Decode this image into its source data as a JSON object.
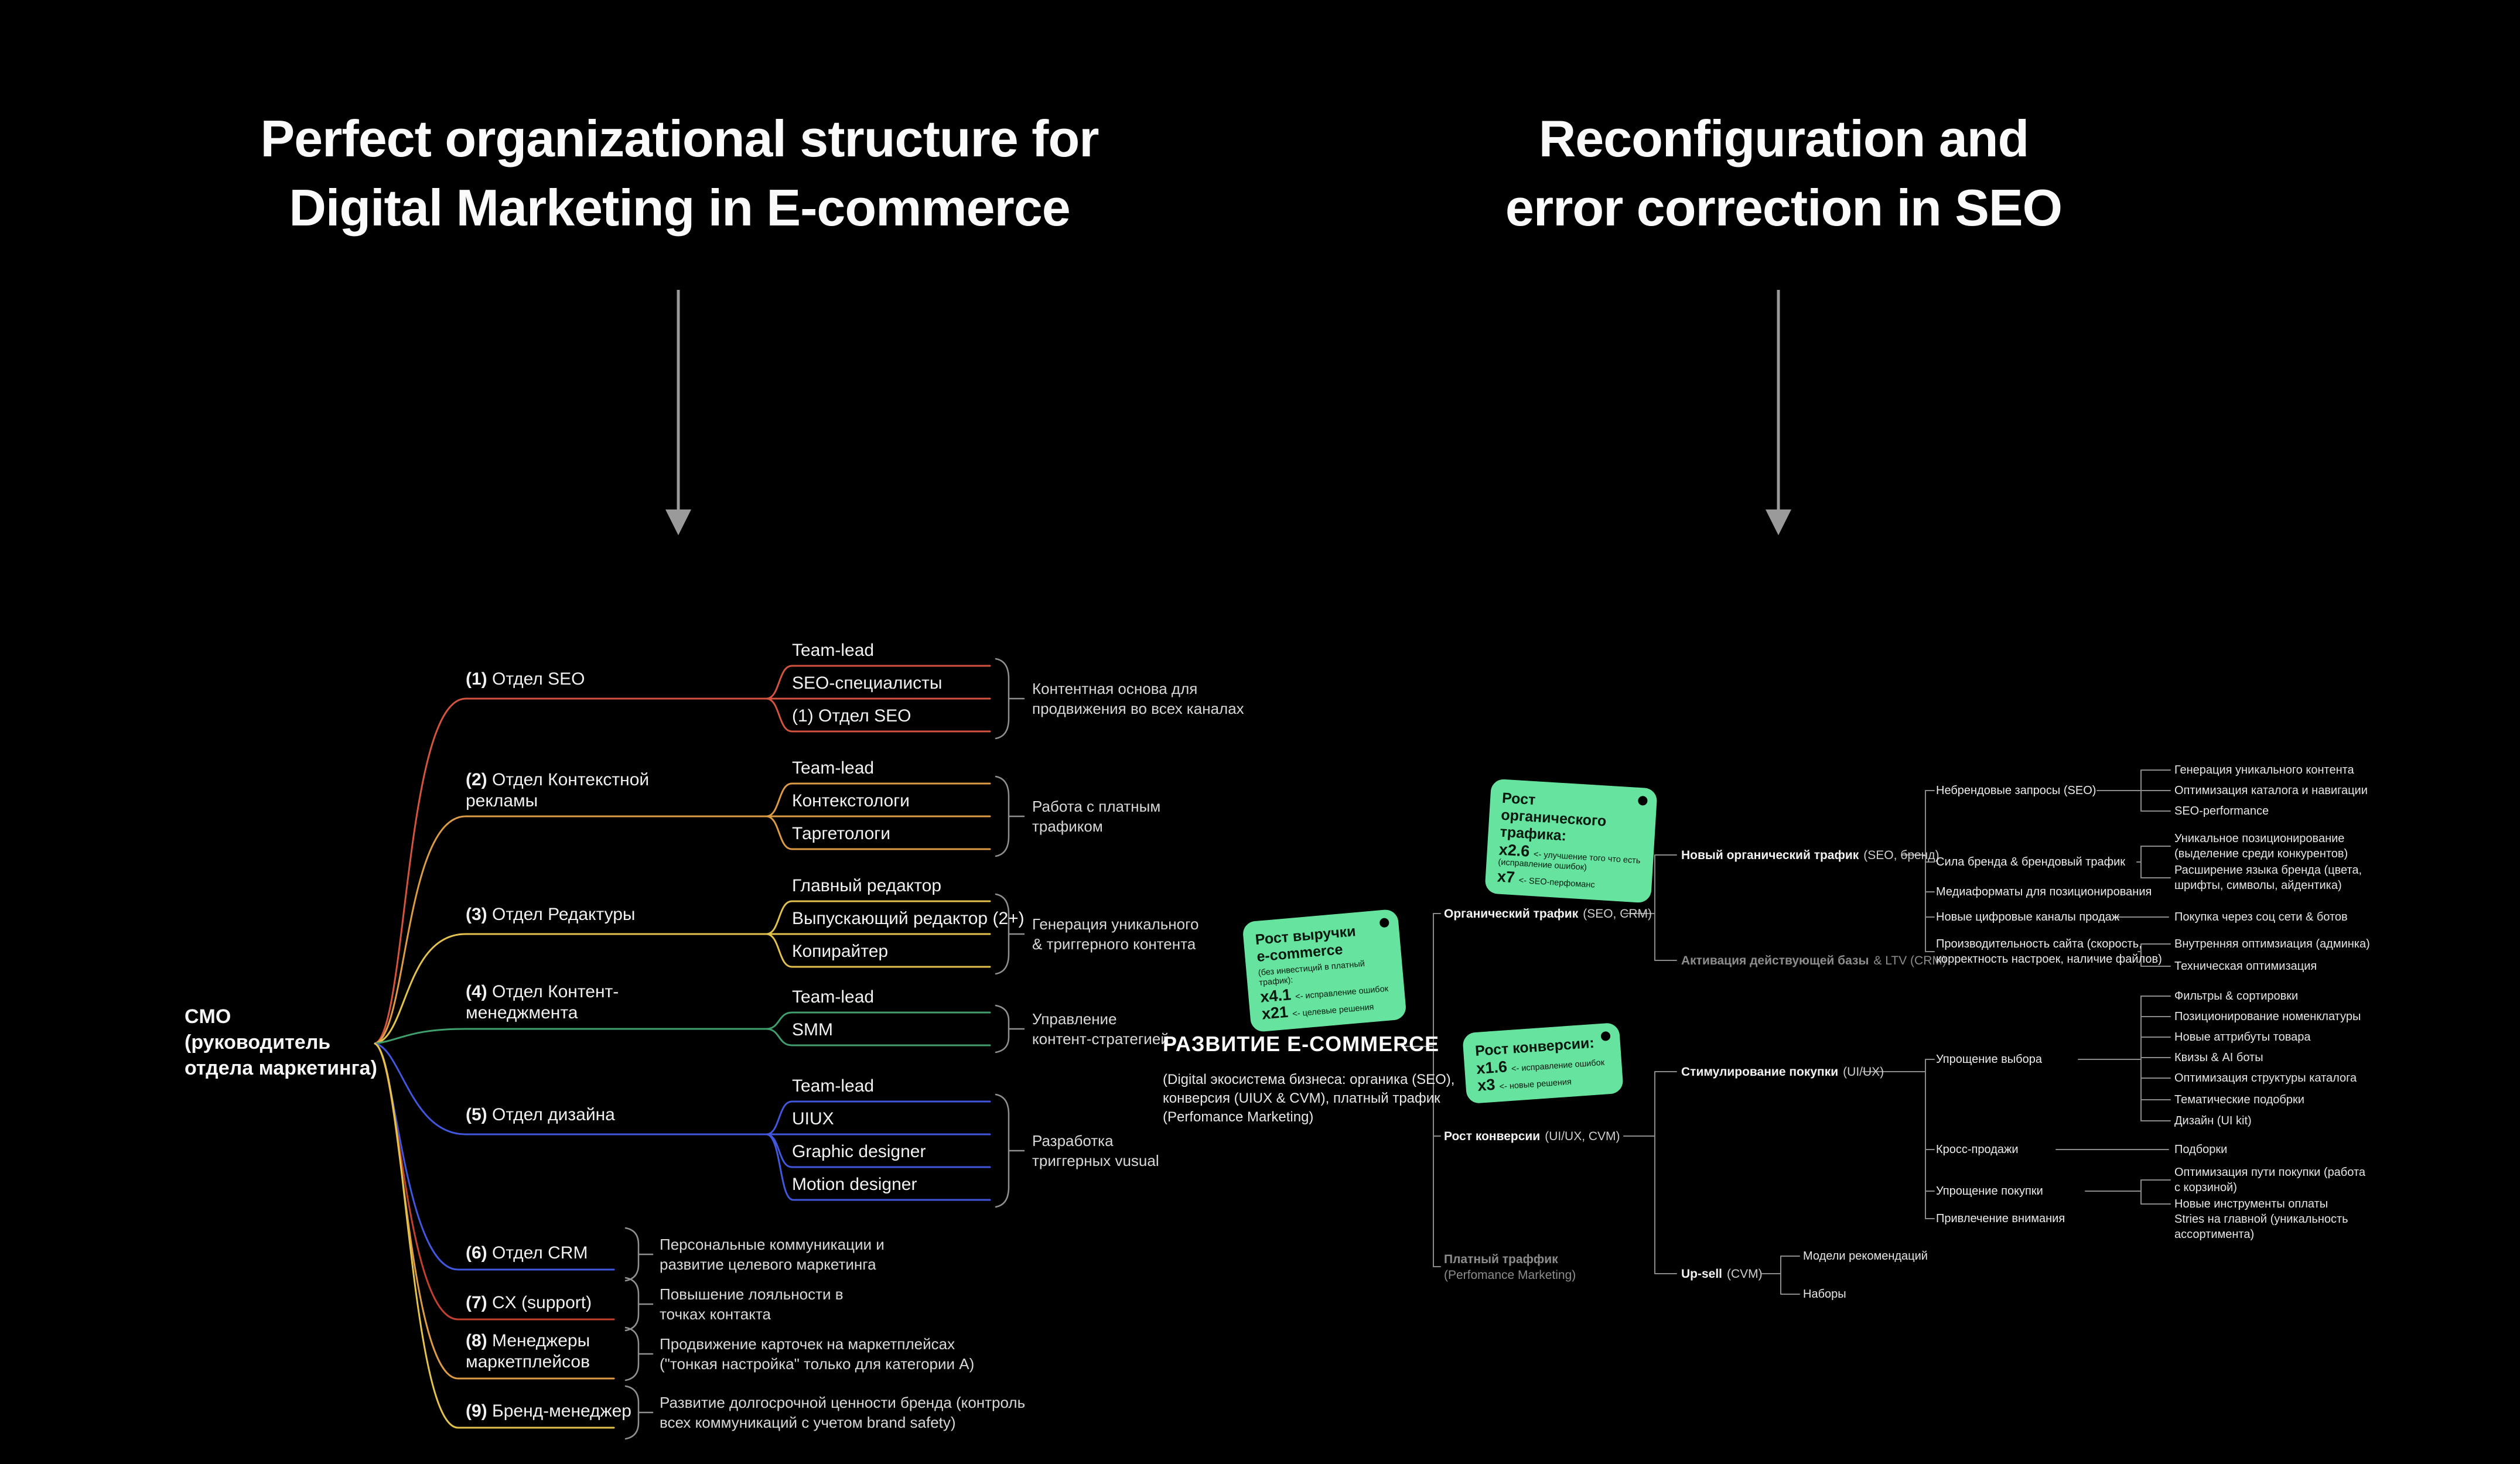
{
  "palette": {
    "background": "#000000",
    "note_green": "#65e39f",
    "line_gray": "#8b8b8b",
    "branch_red": "#d4543e",
    "branch_orange": "#dc9b44",
    "branch_yellow": "#e3c24d",
    "branch_green": "#3fa06e",
    "branch_blue": "#4157de",
    "branch_crimson": "#c2402e"
  },
  "headers": {
    "left_title": "Perfect organizational structure for\nDigital Marketing in E-commerce",
    "right_title": "Reconfiguration and\nerror correction in SEO"
  },
  "org_map": {
    "root": "CMO\n(руководитель\nотдела маркетинга)",
    "branches": [
      {
        "num": "(1)",
        "label": "Отдел SEO",
        "children": [
          "Team-lead",
          "SEO-специалисты",
          "(1) Отдел SEO"
        ],
        "note": "Контентная основа для\nпродвижения во всех каналах"
      },
      {
        "num": "(2)",
        "label": "Отдел Контекстной\nрекламы",
        "children": [
          "Team-lead",
          "Контекстологи",
          "Таргетологи"
        ],
        "note": "Работа с платным\nтрафиком"
      },
      {
        "num": "(3)",
        "label": "Отдел Редактуры",
        "children": [
          "Главный редактор",
          "Выпускающий редактор (2+)",
          "Копирайтер"
        ],
        "note": "Генерация уникального\n& триггерного контента"
      },
      {
        "num": "(4)",
        "label": "Отдел Контент-\nменеджмента",
        "children": [
          "Team-lead",
          "SMM"
        ],
        "note": "Управление\nконтент-стратегией"
      },
      {
        "num": "(5)",
        "label": "Отдел дизайна",
        "children": [
          "Team-lead",
          "UIUX",
          "Graphic designer",
          "Motion designer"
        ],
        "note": "Разработка\nтриггерных vusual"
      },
      {
        "num": "(6)",
        "label": "Отдел CRM",
        "children": [],
        "note": "Персональные коммуникации и\nразвитие целевого маркетинга"
      },
      {
        "num": "(7)",
        "label": "CX (support)",
        "children": [],
        "note": "Повышение лояльности в\nточках контакта"
      },
      {
        "num": "(8)",
        "label": "Менеджеры\nмаркетплейсов",
        "children": [],
        "note": "Продвижение карточек на маркетплейсах\n(\"тонкая настройка\" только для категории А)"
      },
      {
        "num": "(9)",
        "label": "Бренд-менеджер",
        "children": [],
        "note": "Развитие долгосрочной ценности бренда (контроль\nвсех коммуникаций с учетом brand safety)"
      }
    ]
  },
  "seo_map": {
    "root": {
      "title": "РАЗВИТИЕ E-COMMERCE",
      "subtitle": "(Digital экосистема бизнеса: органика (SEO),\nконверсия (UIUX & CVM), платный трафик\n(Perfomance Marketing)"
    },
    "notes": [
      {
        "title": "Рост выручки\ne-commerce",
        "subtitle": "(без инвестиций в платный трафик):",
        "rows": [
          {
            "mult": "x4.1",
            "desc": "<- исправление ошибок"
          },
          {
            "mult": "x21",
            "desc": "<- целевые решения"
          }
        ]
      },
      {
        "title": "Рост органического\nтрафика:",
        "rows": [
          {
            "mult": "x2.6",
            "desc": "<- улучшение того что есть (исправление ошибок)"
          },
          {
            "mult": "x7",
            "desc": "<- SEO-перфоманс"
          }
        ]
      },
      {
        "title": "Рост конверсии:",
        "rows": [
          {
            "mult": "x1.6",
            "desc": "<- исправление ошибок"
          },
          {
            "mult": "x3",
            "desc": "<- новые решения"
          }
        ]
      }
    ],
    "l1_organic": {
      "main": "Органический трафик",
      "paren": "(SEO, CRM)"
    },
    "l1_conversion": {
      "main": "Рост конверсии",
      "paren": "(UI/UX, CVM)"
    },
    "l1_paid": {
      "main": "Платный траффик",
      "paren": "(Perfomance Marketing)"
    },
    "organic": {
      "new_traffic": {
        "main": "Новый органический трафик",
        "paren": "(SEO, бренд)"
      },
      "activation": {
        "main": "Активация действующей базы",
        "paren": "& LTV (CRM)"
      },
      "groups": [
        {
          "label": "Небрендовые запросы (SEO)",
          "children": [
            "Генерация уникального контента",
            "Оптимизация каталога и навигации",
            "SEO-performance"
          ]
        },
        {
          "label": "Сила бренда & брендовый трафик",
          "children": [
            "Уникальное позиционирование\n(выделение среди конкурентов)",
            "Расширение языка бренда (цвета,\nшрифты, символы, айдентика)"
          ]
        },
        {
          "label": "Медиаформаты для позиционирования",
          "children": []
        },
        {
          "label": "Новые цифровые каналы продаж",
          "children": [
            "Покупка через соц сети & ботов"
          ]
        },
        {
          "label": "Производительность сайта (скорость,\nкорректность настроек, наличие файлов)",
          "children": [
            "Внутренняя оптимзиация (админка)",
            "Техническая оптимизация"
          ]
        }
      ]
    },
    "conversion": {
      "stimulation": {
        "main": "Стимулирование покупки",
        "paren": "(UI/UX)"
      },
      "upsell": {
        "main": "Up-sell",
        "paren": "(CVM)",
        "children": [
          "Модели рекомендаций",
          "Наборы"
        ]
      },
      "groups": [
        {
          "label": "Упрощение выбора",
          "children": [
            "Фильтры & сортировки",
            "Позиционирование номенклатуры",
            "Новые аттрибуты товара",
            "Квизы & AI боты",
            "Оптимизация структуры каталога",
            "Тематические подобрки",
            "Дизайн (UI kit)"
          ]
        },
        {
          "label": "Кросс-продажи",
          "children": [
            "Подборки"
          ]
        },
        {
          "label": "Упрощение покупки",
          "children": [
            "Оптимизация пути покупки (работа\nс корзиной)",
            "Новые инструменты оплаты",
            "Stries на главной (уникальность\nассортимента)"
          ]
        },
        {
          "label": "Привлечение внимания",
          "children": []
        }
      ]
    }
  }
}
